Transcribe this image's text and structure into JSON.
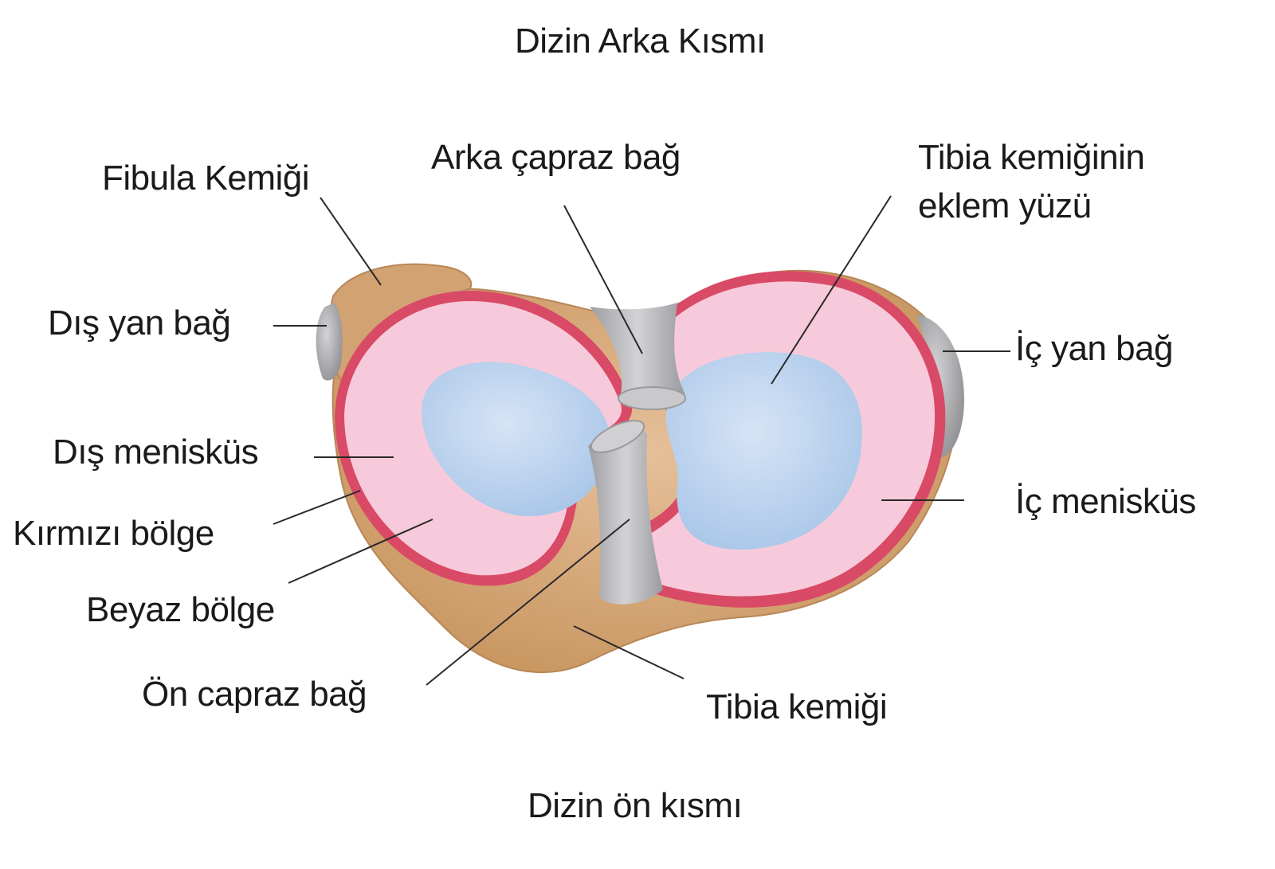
{
  "title_top": "Dizin Arka Kısmı",
  "title_bottom": "Dizin ön kısmı",
  "labels": {
    "fibula": "Fibula Kemiği",
    "arka_capraz": "Arka çapraz bağ",
    "tibia_eklem_line1": "Tibia kemiğinin",
    "tibia_eklem_line2": "eklem yüzü",
    "dis_yan_bag": "Dış yan bağ",
    "ic_yan_bag": "İç yan bağ",
    "dis_menisküs": "Dış menisküs",
    "ic_menisküs": "İç menisküs",
    "kirmizi_bolge": "Kırmızı bölge",
    "beyaz_bolge": "Beyaz bölge",
    "on_capraz": "Ön capraz bağ",
    "tibia_kemigi": "Tibia kemiği"
  },
  "colors": {
    "bone": "#d8aa7c",
    "meniscus_pink": "#f6c9dc",
    "meniscus_red_rim": "#d63a55",
    "articular_blue": "#bcd4ee",
    "ligament_gray": "#b8b8ba",
    "leader_line": "#2a2a2a"
  }
}
